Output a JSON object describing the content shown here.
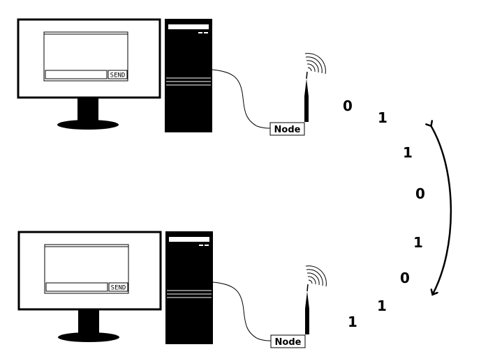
{
  "stations": [
    {
      "send_label": "SEND",
      "node_label": "Node"
    },
    {
      "send_label": "SEND",
      "node_label": "Node"
    }
  ],
  "bits": [
    "0",
    "1",
    "1",
    "0",
    "1",
    "0",
    "1",
    "1"
  ],
  "colors": {
    "stroke": "#000000",
    "background": "#ffffff"
  }
}
